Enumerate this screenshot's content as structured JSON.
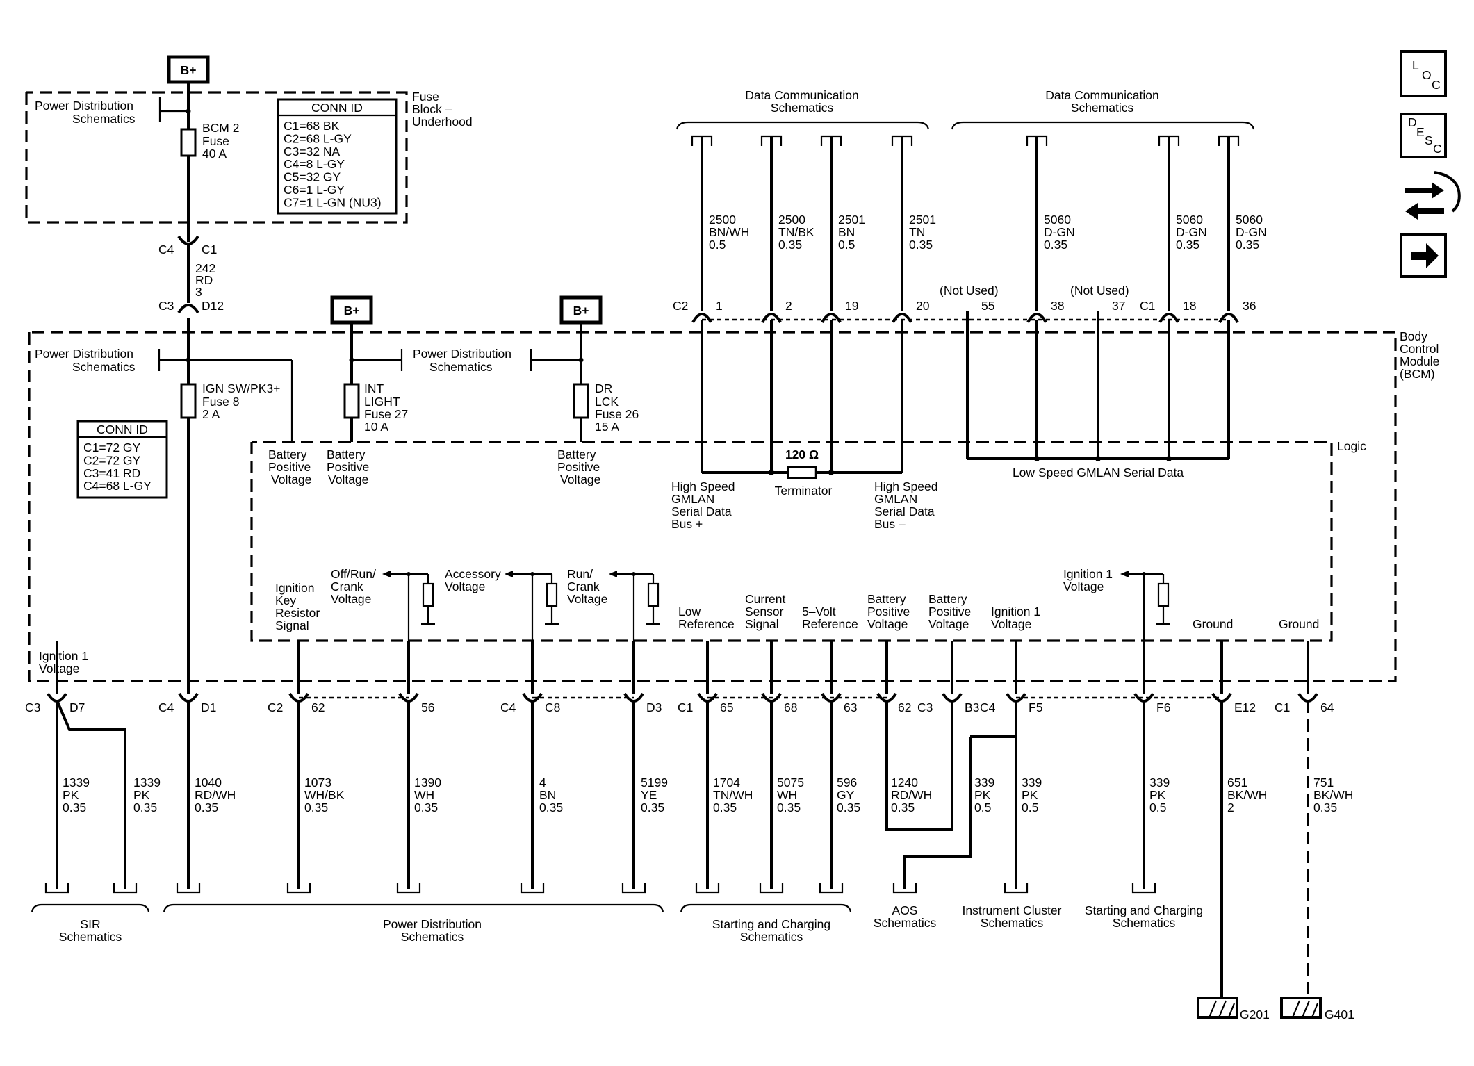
{
  "bplus": {
    "label": "B+"
  },
  "fuse_block": {
    "title": [
      "Fuse",
      "Block –",
      "Underhood"
    ],
    "pds": [
      "Power Distribution",
      "Schematics"
    ],
    "fuse": [
      "BCM 2",
      "Fuse",
      "40 A"
    ],
    "conn_id": {
      "header": "CONN ID",
      "rows": [
        "C1=68 BK",
        "C2=68 L-GY",
        "C3=32 NA",
        "C4=8 L-GY",
        "C5=32 GY",
        "C6=1 L-GY",
        "C7=1 L-GN (NU3)"
      ]
    }
  },
  "inline": {
    "top_left": "C4",
    "top_right": "C1",
    "wire": [
      "242",
      "RD",
      "3"
    ],
    "bot_left": "C3",
    "bot_right": "D12"
  },
  "bcm": {
    "title": [
      "Body",
      "Control",
      "Module",
      "(BCM)"
    ],
    "logic": "Logic",
    "pds_left": [
      "Power Distribution",
      "Schematics"
    ],
    "pds_mid": [
      "Power Distribution",
      "Schematics"
    ],
    "conn_id": {
      "header": "CONN ID",
      "rows": [
        "C1=72 GY",
        "C2=72 GY",
        "C3=41 RD",
        "C4=68 L-GY"
      ]
    },
    "fuses": [
      [
        "IGN SW/PK3+",
        "Fuse 8",
        "2 A"
      ],
      [
        "INT",
        "LIGHT",
        "Fuse 27",
        "10 A"
      ],
      [
        "DR",
        "LCK",
        "Fuse 26",
        "15 A"
      ]
    ],
    "batt_labels": [
      [
        "Battery",
        "Positive",
        "Voltage"
      ],
      [
        "Battery",
        "Positive",
        "Voltage"
      ],
      [
        "Battery",
        "Positive",
        "Voltage"
      ]
    ],
    "terminator": {
      "value": "120 Ω",
      "label": "Terminator"
    },
    "hs_plus": [
      "High Speed",
      "GMLAN",
      "Serial Data",
      "Bus +"
    ],
    "hs_minus": [
      "High Speed",
      "GMLAN",
      "Serial Data",
      "Bus –"
    ],
    "ls_label": "Low Speed GMLAN Serial Data",
    "switch_labels": [
      [
        "Off/Run/",
        "Crank",
        "Voltage"
      ],
      [
        "Accessory",
        "Voltage"
      ],
      [
        "Run/",
        "Crank",
        "Voltage"
      ],
      [
        "Ignition 1",
        "Voltage"
      ]
    ],
    "inner_labels": [
      [
        "Ignition",
        "Key",
        "Resistor",
        "Signal"
      ],
      [
        "Low",
        "Reference"
      ],
      [
        "Current",
        "Sensor",
        "Signal"
      ],
      [
        "5–Volt",
        "Reference"
      ],
      [
        "Battery",
        "Positive",
        "Voltage"
      ],
      [
        "Battery",
        "Positive",
        "Voltage"
      ],
      [
        "Ignition 1",
        "Voltage"
      ],
      [
        "Ground"
      ],
      [
        "Ground"
      ]
    ],
    "ign_left": [
      "Ignition 1",
      "Voltage"
    ]
  },
  "data_comm": {
    "group1": [
      "Data Communication",
      "Schematics"
    ],
    "group2": [
      "Data Communication",
      "Schematics"
    ],
    "not_used": "(Not Used)",
    "top_conn": [
      {
        "conn": "C2",
        "pin": "1"
      },
      {
        "conn": "",
        "pin": "2"
      },
      {
        "conn": "",
        "pin": "19"
      },
      {
        "conn": "",
        "pin": "20"
      },
      {
        "conn": "",
        "pin": "55"
      },
      {
        "conn": "",
        "pin": "38"
      },
      {
        "conn": "",
        "pin": "37"
      },
      {
        "conn": "C1",
        "pin": "18"
      },
      {
        "conn": "",
        "pin": "36"
      }
    ],
    "wires": [
      [
        "2500",
        "BN/WH",
        "0.5"
      ],
      [
        "2500",
        "TN/BK",
        "0.35"
      ],
      [
        "2501",
        "BN",
        "0.5"
      ],
      [
        "2501",
        "TN",
        "0.35"
      ],
      [
        "5060",
        "D-GN",
        "0.35"
      ],
      [
        "5060",
        "D-GN",
        "0.35"
      ],
      [
        "5060",
        "D-GN",
        "0.35"
      ]
    ]
  },
  "bottom": {
    "connectors": [
      {
        "conn": "C3",
        "pin": "D7"
      },
      {
        "conn": "C4",
        "pin": "D1"
      },
      {
        "conn": "C2",
        "pin": "62"
      },
      {
        "conn": "",
        "pin": "56"
      },
      {
        "conn": "C4",
        "pin": "C8"
      },
      {
        "conn": "",
        "pin": "D3"
      },
      {
        "conn": "C1",
        "pin": "65"
      },
      {
        "conn": "",
        "pin": "68"
      },
      {
        "conn": "",
        "pin": "63"
      },
      {
        "conn": "",
        "pin": "62"
      },
      {
        "conn": "C3",
        "pin": "B3"
      },
      {
        "conn": "C4",
        "pin": "F5"
      },
      {
        "conn": "",
        "pin": "F6"
      },
      {
        "conn": "",
        "pin": "E12"
      },
      {
        "conn": "C1",
        "pin": "64"
      }
    ],
    "wires": [
      [
        "1339",
        "PK",
        "0.35"
      ],
      [
        "1339",
        "PK",
        "0.35"
      ],
      [
        "1040",
        "RD/WH",
        "0.35"
      ],
      [
        "1073",
        "WH/BK",
        "0.35"
      ],
      [
        "1390",
        "WH",
        "0.35"
      ],
      [
        "4",
        "BN",
        "0.35"
      ],
      [
        "5199",
        "YE",
        "0.35"
      ],
      [
        "1704",
        "TN/WH",
        "0.35"
      ],
      [
        "5075",
        "WH",
        "0.35"
      ],
      [
        "596",
        "GY",
        "0.35"
      ],
      [
        "1240",
        "RD/WH",
        "0.35"
      ],
      [
        "339",
        "PK",
        "0.5"
      ],
      [
        "339",
        "PK",
        "0.5"
      ],
      [
        "339",
        "PK",
        "0.5"
      ],
      [
        "651",
        "BK/WH",
        "2"
      ],
      [
        "751",
        "BK/WH",
        "0.35"
      ]
    ],
    "destinations": [
      [
        "SIR",
        "Schematics"
      ],
      [
        "Power Distribution",
        "Schematics"
      ],
      [
        "Starting and Charging",
        "Schematics"
      ],
      [
        "AOS",
        "Schematics"
      ],
      [
        "Instrument Cluster",
        "Schematics"
      ],
      [
        "Starting and Charging",
        "Schematics"
      ]
    ],
    "grounds": [
      "G201",
      "G401"
    ]
  },
  "nav": {
    "loc": [
      "L",
      "O",
      "C"
    ],
    "desc": [
      "D",
      "E",
      "S",
      "C"
    ]
  }
}
